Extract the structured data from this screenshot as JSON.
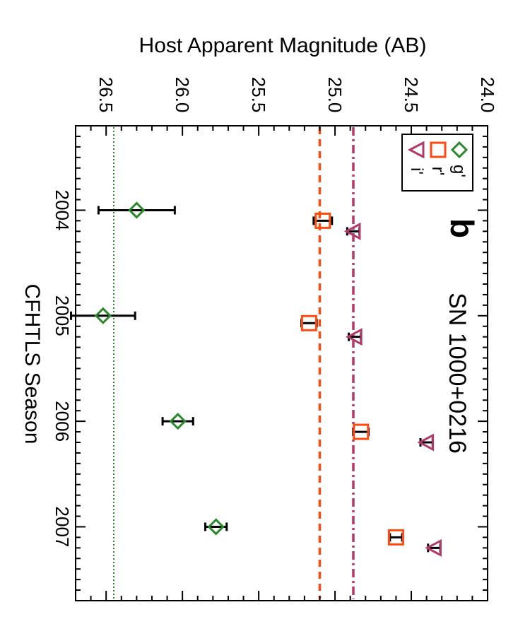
{
  "chart_data": {
    "type": "scatter",
    "orientation": "rotated 90 degrees clockwise",
    "annotation_label": "SN 1000+0216",
    "panel_label": "b",
    "xlabel": "CFHTLS Season",
    "ylabel": "Host Apparent Magnitude (AB)",
    "xlim": [
      2003.2,
      2007.7
    ],
    "ylim": [
      26.7,
      24.0
    ],
    "x_ticks": [
      {
        "value": 2004,
        "label": "2004"
      },
      {
        "value": 2005,
        "label": "2005"
      },
      {
        "value": 2006,
        "label": "2006"
      },
      {
        "value": 2007,
        "label": "2007"
      }
    ],
    "y_ticks": [
      {
        "value": 24.0,
        "label": "24.0"
      },
      {
        "value": 24.5,
        "label": "24.5"
      },
      {
        "value": 25.0,
        "label": "25.0"
      },
      {
        "value": 25.5,
        "label": "25.5"
      },
      {
        "value": 26.0,
        "label": "26.0"
      },
      {
        "value": 26.5,
        "label": "26.5"
      }
    ],
    "legend_position": "top-right",
    "series": [
      {
        "name": "g'",
        "marker": "diamond",
        "color": "#2a8a2a",
        "reference_line": {
          "value": 26.45,
          "style": "dotted"
        },
        "points": [
          {
            "x": 2004.0,
            "y": 26.3,
            "err": 0.25
          },
          {
            "x": 2005.0,
            "y": 26.52,
            "err": 0.21
          },
          {
            "x": 2006.0,
            "y": 26.03,
            "err": 0.1
          },
          {
            "x": 2007.0,
            "y": 25.78,
            "err": 0.07
          }
        ]
      },
      {
        "name": "r'",
        "marker": "square",
        "color": "#ff4a10",
        "reference_line": {
          "value": 25.1,
          "style": "dashed"
        },
        "points": [
          {
            "x": 2004.1,
            "y": 25.08,
            "err": 0.06
          },
          {
            "x": 2005.07,
            "y": 25.17,
            "err": 0.05
          },
          {
            "x": 2006.1,
            "y": 24.83,
            "err": 0.05
          },
          {
            "x": 2007.1,
            "y": 24.6,
            "err": 0.04
          }
        ]
      },
      {
        "name": "i'",
        "marker": "triangle",
        "color": "#b03a6a",
        "reference_line": {
          "value": 24.88,
          "style": "dash-dot"
        },
        "points": [
          {
            "x": 2004.2,
            "y": 24.88,
            "err": 0.04
          },
          {
            "x": 2005.2,
            "y": 24.87,
            "err": 0.04
          },
          {
            "x": 2006.2,
            "y": 24.4,
            "err": 0.04
          },
          {
            "x": 2007.2,
            "y": 24.35,
            "err": 0.04
          }
        ]
      }
    ],
    "legend_entries": [
      {
        "label": "g'",
        "marker": "diamond",
        "color": "#2a8a2a"
      },
      {
        "label": "r'",
        "marker": "square",
        "color": "#ff4a10"
      },
      {
        "label": "i'",
        "marker": "triangle",
        "color": "#b03a6a"
      }
    ],
    "annotation_color": "#4a86b8"
  }
}
